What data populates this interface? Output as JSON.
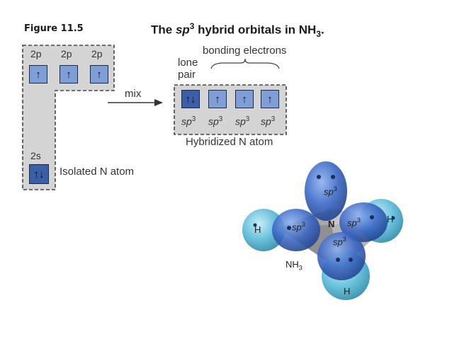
{
  "figure_label": "Figure 11.5",
  "title": {
    "prefix": "The ",
    "sp": "sp",
    "sup": "3",
    "middle": " hybrid orbitals in NH",
    "sub": "3",
    "end": "."
  },
  "isolated": {
    "p_labels": [
      "2p",
      "2p",
      "2p"
    ],
    "p_arrows": [
      "↑",
      "↑",
      "↑"
    ],
    "s_label": "2s",
    "s_arrows": "↑↓",
    "caption": "Isolated N atom"
  },
  "mix_label": "mix",
  "hybridized": {
    "lone_pair_label_1": "lone",
    "lone_pair_label_2": "pair",
    "bonding_label": "bonding electrons",
    "arrows": [
      "↑↓",
      "↑",
      "↑",
      "↑"
    ],
    "labels": [
      "sp",
      "sp",
      "sp",
      "sp"
    ],
    "label_sup": "3",
    "caption": "Hybridized N atom"
  },
  "molecule": {
    "center": "N",
    "hydrogen": "H",
    "sp": "sp",
    "sup": "3",
    "formula": "NH",
    "formula_sub": "3"
  },
  "colors": {
    "panel": "#d4d4d4",
    "light_box": "#7f9ed8",
    "dark_box": "#3a5fa8",
    "lobe": "#3a66c4",
    "hydrogen": "#4fb6d6"
  }
}
